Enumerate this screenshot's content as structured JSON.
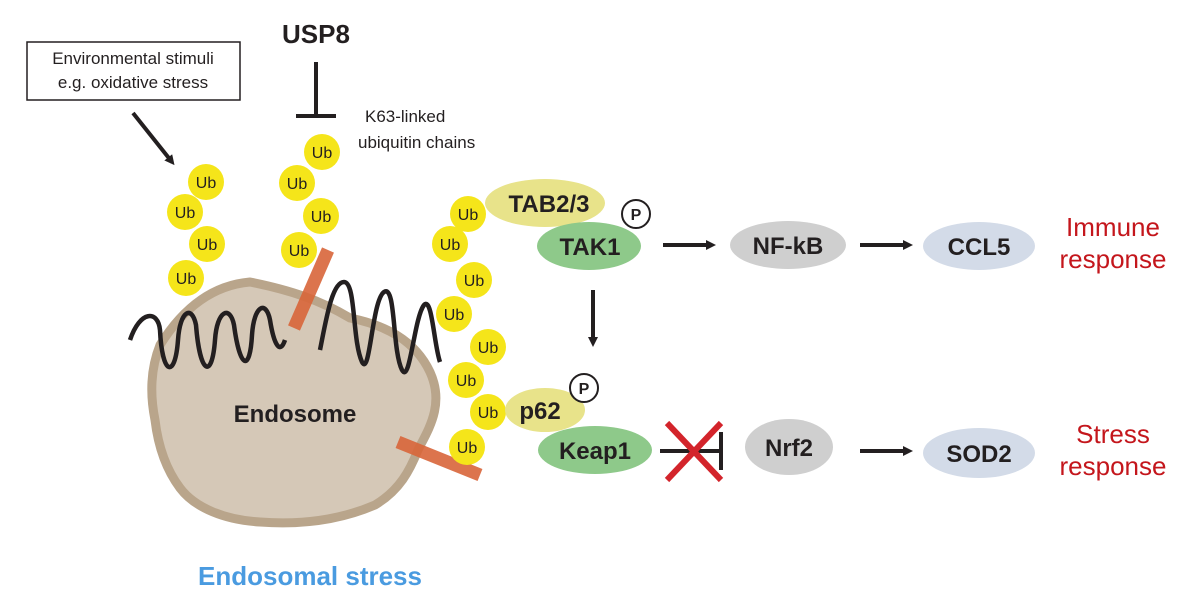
{
  "stimulus_box": {
    "line1": "Environmental stimuli",
    "line2": "e.g. oxidative stress"
  },
  "usp8": "USP8",
  "k63_label": {
    "line1": "K63-linked",
    "line2": "ubiquitin chains"
  },
  "ub": "Ub",
  "phospho": "P",
  "endosome": "Endosome",
  "endosomal_stress": "Endosomal stress",
  "nodes": {
    "tab23": "TAB2/3",
    "tak1": "TAK1",
    "nfkb": "NF-kB",
    "ccl5": "CCL5",
    "p62": "p62",
    "keap1": "Keap1",
    "nrf2": "Nrf2",
    "sod2": "SOD2"
  },
  "immune_response": {
    "line1": "Immune",
    "line2": "response"
  },
  "stress_response": {
    "line1": "Stress",
    "line2": "response"
  },
  "colors": {
    "ub_fill": "#f5e51a",
    "endosome_fill": "#d5c8b7",
    "endosome_stroke": "#b9a58b",
    "green_node": "#8ec98a",
    "gray_node": "#cfcfcf",
    "blue_node": "#d3dbe8",
    "tab_node": "#e8e38a",
    "anchor": "#d9663a",
    "response_text": "#c4161c",
    "stress_text": "#4a9be0",
    "block_x": "#d3242b"
  }
}
